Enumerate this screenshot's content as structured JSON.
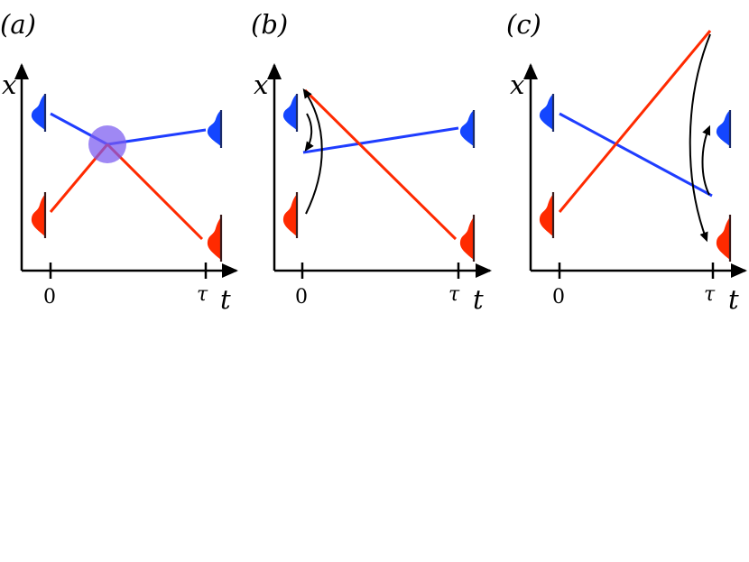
{
  "panels": [
    {
      "id": "a",
      "label": "(a)",
      "x_axis_label": "t",
      "y_axis_label": "x",
      "tick_zero": "0",
      "tick_tau": "τ",
      "blue_line": {
        "from": [
          0,
          0.82
        ],
        "to": [
          1,
          0.72
        ]
      },
      "red_line_left": {
        "from": [
          0,
          0.27
        ],
        "to": [
          0.37,
          0.62
        ]
      },
      "red_line_right": {
        "from": [
          0.37,
          0.62
        ],
        "to": [
          1,
          0.16
        ]
      },
      "blue_line_left_segment": {
        "from": [
          0,
          0.82
        ],
        "to": [
          0.37,
          0.62
        ]
      },
      "collision_circle": true
    },
    {
      "id": "b",
      "label": "(b)",
      "x_axis_label": "t",
      "y_axis_label": "x",
      "tick_zero": "0",
      "tick_tau": "τ",
      "arrows": "jump-at-0"
    },
    {
      "id": "c",
      "label": "(c)",
      "x_axis_label": "t",
      "y_axis_label": "x",
      "tick_zero": "0",
      "tick_tau": "τ",
      "arrows": "jump-at-tau"
    }
  ],
  "colors": {
    "blue": "#1f3dff",
    "red": "#ff2a00",
    "axis": "#000000",
    "collision": "#8a5cf0",
    "blue_wave": "#1446ff",
    "red_wave": "#ff2a00"
  }
}
